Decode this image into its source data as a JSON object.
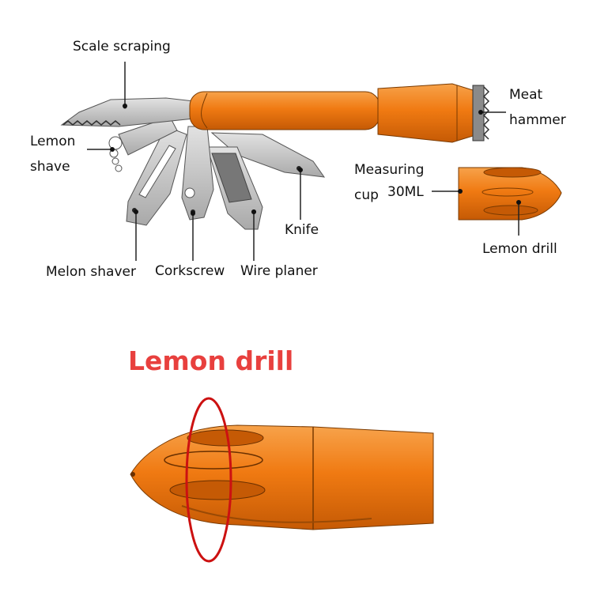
{
  "labels": {
    "scale_scraping": "Scale scraping",
    "lemon_shave": [
      "Lemon",
      "shave"
    ],
    "melon_shaver": "Melon shaver",
    "corkscrew": "Corkscrew",
    "wire_planer": "Wire planer",
    "knife": "Knife",
    "meat_hammer": [
      "Meat",
      "hammer"
    ],
    "measuring_cup": [
      "Measuring",
      "cup"
    ],
    "capacity": "30ML",
    "lemon_drill_small": "Lemon drill",
    "lemon_drill_title": "Lemon drill"
  },
  "colors": {
    "accent": "#e8403e",
    "tool_orange": "#f07a12",
    "blade_gray": "#c8c8c8",
    "outline": "#333333"
  }
}
